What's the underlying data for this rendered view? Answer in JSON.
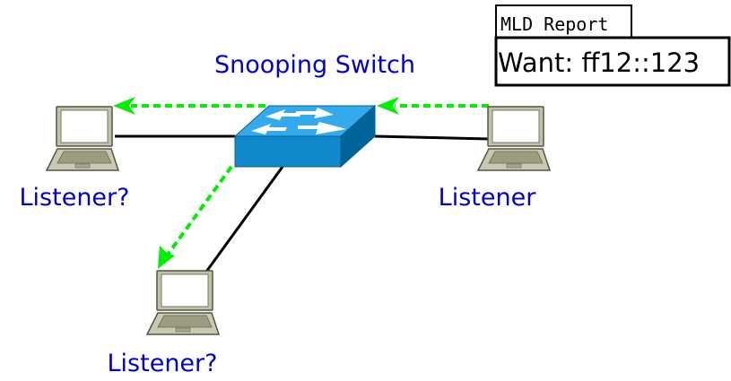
{
  "switch": {
    "label": "Snooping Switch",
    "icon": "switch-icon"
  },
  "hosts": {
    "left": {
      "label": "Listener?",
      "icon": "laptop-icon"
    },
    "bottom": {
      "label": "Listener?",
      "icon": "laptop-icon"
    },
    "right": {
      "label": "Listener",
      "icon": "laptop-icon"
    }
  },
  "report": {
    "title": "MLD Report",
    "content": "Want: ff12::123"
  },
  "colors": {
    "label": "#0000cc",
    "arrow": "#00ee00",
    "switch_top": "#33aaee",
    "switch_front": "#1188cc",
    "switch_side": "#006699"
  }
}
